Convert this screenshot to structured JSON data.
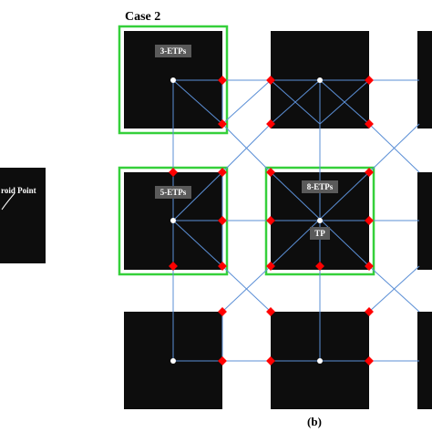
{
  "figure": {
    "case_title": "Case 2",
    "caption": "(b)",
    "centroid_label": "roid Point"
  },
  "tags": {
    "etp3": "3-ETPs",
    "etp5": "5-ETPs",
    "etp8": "8-ETPs",
    "tp": "TP"
  },
  "colors": {
    "block": "#0d0d0d",
    "highlight": "#35d03a",
    "link": "#5b8fd6",
    "node": "#ff0000",
    "center": "#ffffff",
    "tag_bg": "#5a5a5a"
  }
}
